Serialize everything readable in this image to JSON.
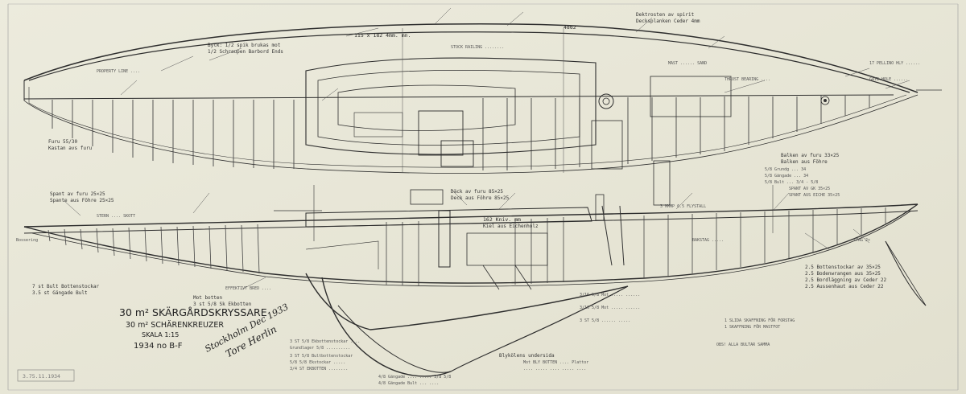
{
  "title_block": {
    "line1": "30 m² SKÄRGÅRDSKRYSSARE",
    "line2": "30 m² SCHÄRENKREUZER",
    "scale": "SKALA 1:15",
    "drawing_no": "1934 no B-F"
  },
  "signature": {
    "place_date": "Stockholm Dec 1933",
    "name": "Tore Herlin"
  },
  "stamp": "3.75.11.1934",
  "deck_plan_labels": {
    "frames_note_1": "Bytk: 1/2 spik brukas mot",
    "frames_note_2": "1/2 Schraupen Barbord Ends",
    "mast_dim": "115 x 182 4mm. mn.",
    "measure_1": "4862",
    "deck_note_1": "Dektrosten av spirit",
    "deck_note_2": "Decksplanken Ceder 4mm",
    "gallery_1": "Balken av furu 33×25",
    "gallery_2": "Balken aus Föhre",
    "bow_label_1": "Furu 55/30",
    "bow_label_2": "Kastan avs furu"
  },
  "profile_labels": {
    "frame_1": "Spant av furu 25×25",
    "frame_2": "Spante aus Föhre 25×25",
    "deck_1": "Däck av furu 85×25",
    "deck_2": "Deck aus Föhre 85×25",
    "keel_1": "162 Kniv. mm",
    "keel_2": "Kiel aus Eichenholz",
    "lead": "Blykölens undersida"
  },
  "notes_right": [
    "2.5 Bottenstockar av 35×25",
    "2.5 Bodenwrangen aus 35×25",
    "2.5 Bordläggning av Ceder 22",
    "2.5 Aussenhaut aus Ceder 22"
  ],
  "notes_bottom": [
    "7 st Bult Bottenstockar",
    "3.5 st Gängade Bult",
    "Mot botten",
    "3 st 5/8 Sk Ekbotten"
  ]
}
